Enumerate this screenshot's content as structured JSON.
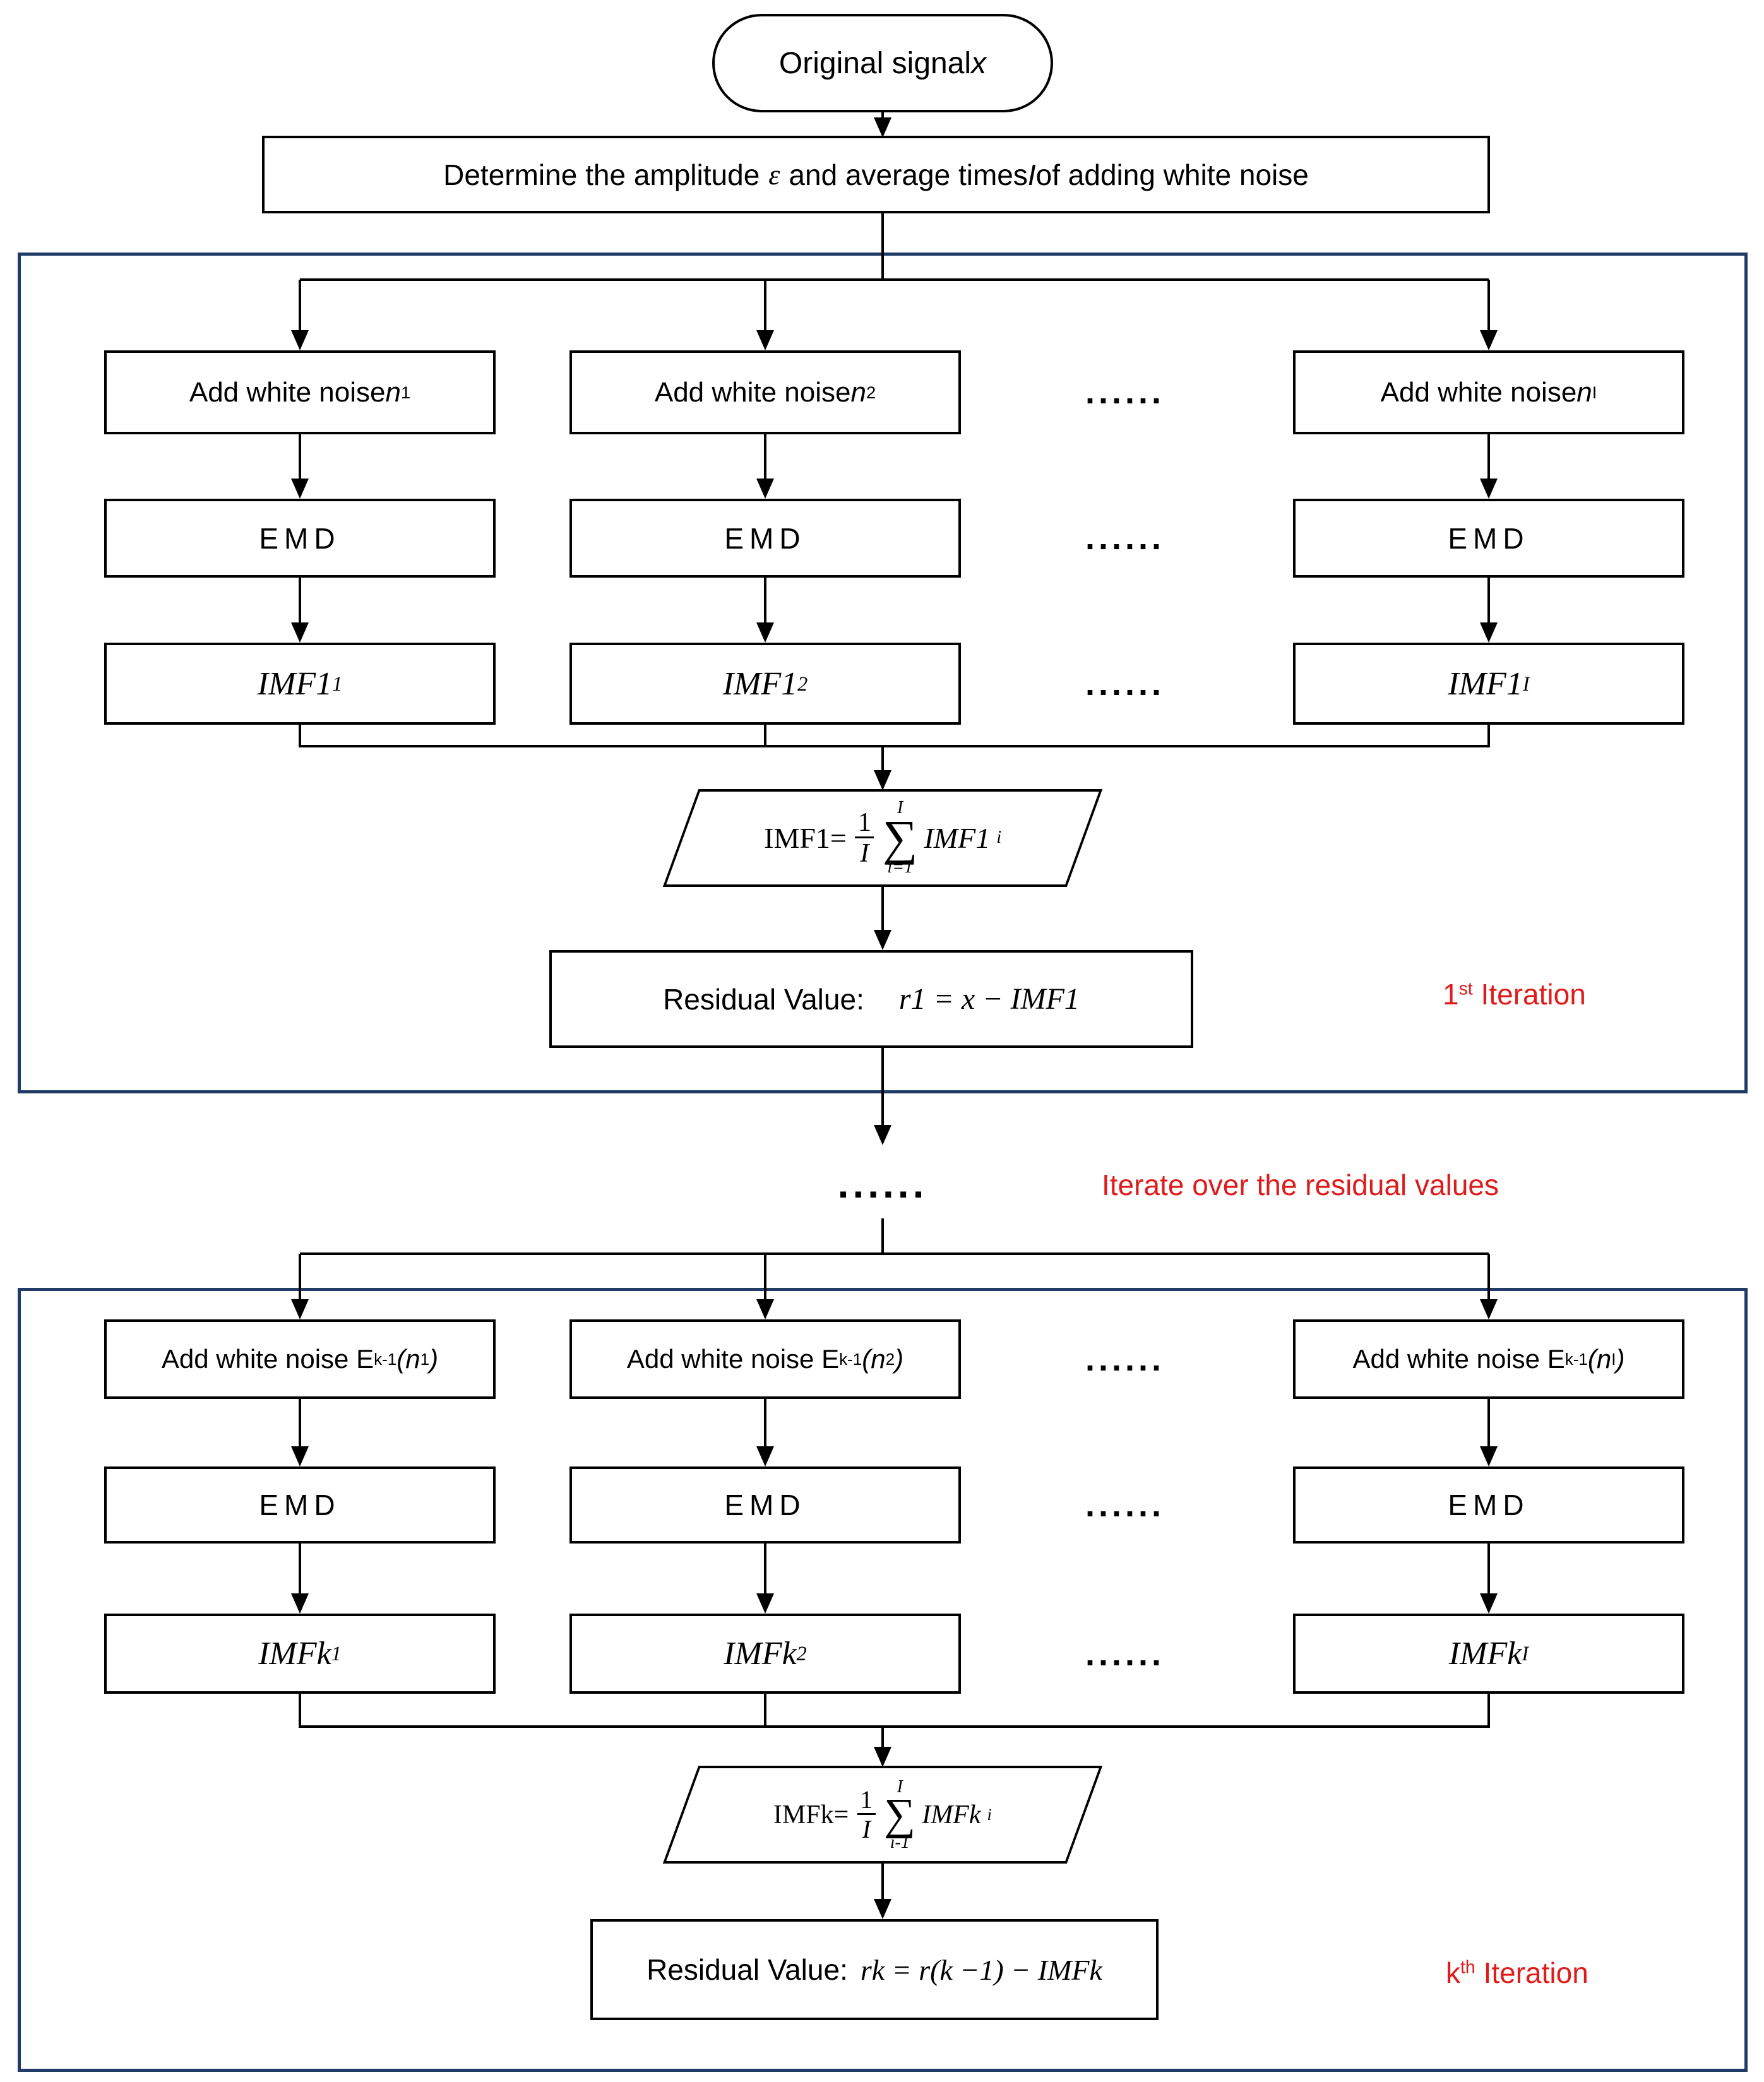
{
  "colors": {
    "container_border": "#1f3b66",
    "accent_red": "#e01b1b",
    "line": "#000000"
  },
  "labels": {
    "emd": "EMD",
    "dots": "......",
    "residual_label": "Residual Value:"
  },
  "start": {
    "prefix": "Original signal ",
    "var": "x"
  },
  "determine": {
    "p1": "Determine the amplitude ",
    "eps": "ε",
    "p2": " and average times ",
    "ivar": "I",
    "p3": " of adding white noise"
  },
  "section1": {
    "noise": {
      "prefix": "Add white noise ",
      "var": "n",
      "subs": [
        "1",
        "2",
        "I"
      ]
    },
    "imf": {
      "base": "IMF1",
      "subs": [
        "1",
        "2",
        "I"
      ]
    },
    "pgram": {
      "lhs": "IMF1=",
      "num": "1",
      "den": "I",
      "sigma": "∑",
      "upper": "I",
      "lower": "i=1",
      "body": "IMF1",
      "body_sub": "i"
    },
    "residual_formula": "r1 = x − IMF1",
    "iteration": {
      "base": "1",
      "sup": "st",
      "rest": " Iteration"
    }
  },
  "middle": {
    "note": "Iterate over the residual values"
  },
  "section2": {
    "noise": {
      "prefix": "Add white noise E",
      "e_sub": "k-1",
      "open": "(",
      "var": "n",
      "subs": [
        "1",
        "2",
        "I"
      ],
      "close": ")"
    },
    "imf": {
      "base": "IMFk",
      "subs": [
        "1",
        "2",
        "I"
      ]
    },
    "pgram": {
      "lhs": "IMFk=",
      "num": "1",
      "den": "I",
      "sigma": "∑",
      "upper": "I",
      "lower": "i-1",
      "body": "IMFk",
      "body_sub": "i"
    },
    "residual_formula": "rk = r(k −1) − IMFk",
    "iteration": {
      "base": "k",
      "sup": "th",
      "rest": " Iteration"
    }
  }
}
